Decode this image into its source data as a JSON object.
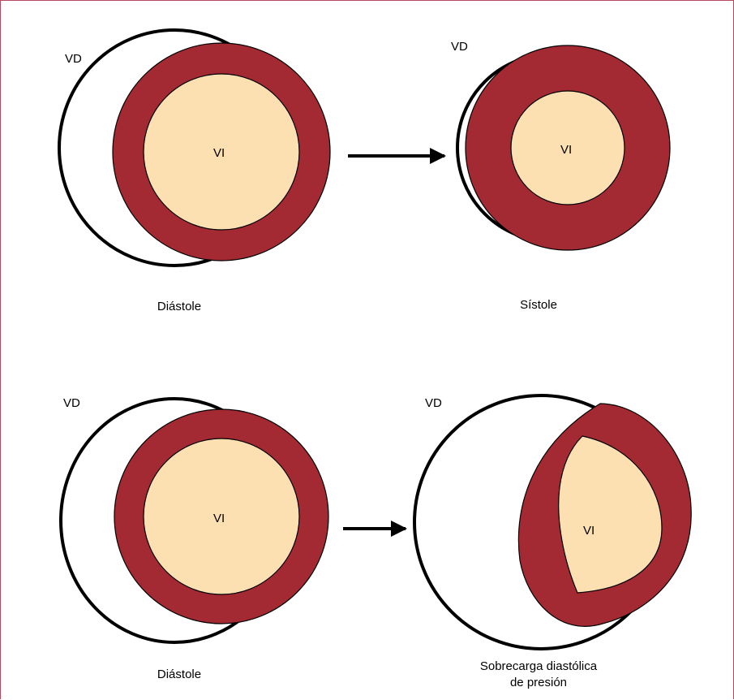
{
  "colors": {
    "frame": "#b5485f",
    "myocardium": "#a32a32",
    "cavity": "#fde0b2",
    "outline": "#000000",
    "background": "#ffffff"
  },
  "panels": {
    "top_left": {
      "rv_label": "VD",
      "lv_label": "VI",
      "caption": "Diástole"
    },
    "top_right": {
      "rv_label": "VD",
      "lv_label": "VI",
      "caption": "Sístole"
    },
    "bottom_left": {
      "rv_label": "VD",
      "lv_label": "VI",
      "caption": "Diástole"
    },
    "bottom_right": {
      "rv_label": "VD",
      "lv_label": "VI",
      "caption_line1": "Sobrecarga diastólica",
      "caption_line2": "de presión"
    }
  }
}
